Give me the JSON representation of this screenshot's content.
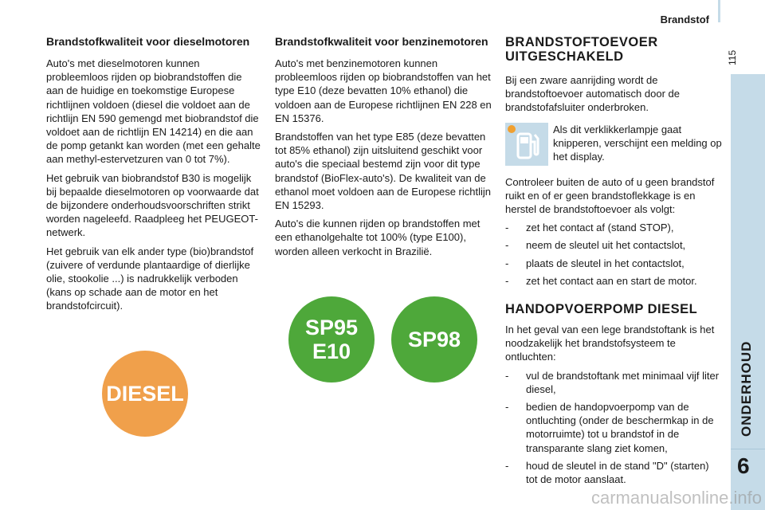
{
  "header": {
    "section": "Brandstof",
    "page_number": "115"
  },
  "sidebar": {
    "section": "ONDERHOUD",
    "chapter": "6"
  },
  "col1": {
    "title": "Brandstofkwaliteit voor dieselmotoren",
    "paragraphs": [
      "Auto's met dieselmotoren kunnen probleemloos rijden op biobrandstoffen die aan de huidige en toekomstige Europese richtlijnen voldoen (diesel die voldoet aan de richtlijn EN 590 gemengd met biobrandstof die voldoet aan de richtlijn EN 14214) en die aan de pomp getankt kan worden (met een gehalte aan methyl-estervetzuren van 0 tot 7%).",
      "Het gebruik van biobrandstof B30 is mogelijk bij bepaalde dieselmotoren op voorwaarde dat de bijzondere onderhoudsvoorschriften strikt worden nageleefd. Raadpleeg het PEUGEOT-netwerk.",
      "Het gebruik van elk ander type (bio)brandstof (zuivere of verdunde plantaardige of dierlijke olie, stookolie ...) is nadrukkelijk verboden (kans op schade aan de motor en het brandstofcircuit)."
    ],
    "badge": "DIESEL"
  },
  "col2": {
    "title": "Brandstofkwaliteit voor benzinemotoren",
    "paragraphs": [
      "Auto's met benzinemotoren kunnen probleemloos rijden op biobrandstoffen van het type E10 (deze bevatten 10% ethanol) die voldoen aan de Europese richtlijnen EN 228 en EN 15376.",
      "Brandstoffen van het type E85 (deze bevatten tot 85% ethanol) zijn uitsluitend geschikt voor auto's die speciaal bestemd zijn voor dit type brandstof (BioFlex-auto's). De kwaliteit van de ethanol moet voldoen aan de Europese richtlijn EN 15293.",
      "Auto's die kunnen rijden op brandstoffen met een ethanolgehalte tot 100% (type E100), worden alleen verkocht in Brazilië."
    ],
    "badge1": [
      "SP95",
      "E10"
    ],
    "badge2": "SP98"
  },
  "col3": {
    "title1": "BRANDSTOFTOEVOER UITGESCHAKELD",
    "intro": "Bij een zware aanrijding wordt de brandstoftoevoer automatisch door de brandstofafsluiter onderbroken.",
    "warning": "Als dit verklikkerlampje gaat knipperen, verschijnt een melding op het display.",
    "check": "Controleer buiten de auto of u geen brandstof ruikt en of er geen brandstoflekkage is en herstel de brandstoftoevoer als volgt:",
    "steps1": [
      "zet het contact af (stand STOP),",
      "neem de sleutel uit het contactslot,",
      "plaats de sleutel in het contactslot,",
      "zet het contact aan en start de motor."
    ],
    "title2": "HANDOPVOERPOMP DIESEL",
    "intro2": "In het geval van een lege brandstoftank is het noodzakelijk het brandstofsysteem te ontluchten:",
    "steps2": [
      "vul de brandstoftank met minimaal vijf liter diesel,",
      "bedien de handopvoerpomp van de ontluchting (onder de beschermkap in de motorruimte) tot u brandstof in de transparante slang ziet komen,",
      "houd de sleutel in de stand \"D\" (starten) tot de motor aanslaat."
    ],
    "dash": "-"
  },
  "watermark": "carmanualsonline.info",
  "colors": {
    "sidebar": "#c5dbe8",
    "diesel": "#f0a04b",
    "petrol": "#4ea83a",
    "warning": "#f0a030"
  }
}
